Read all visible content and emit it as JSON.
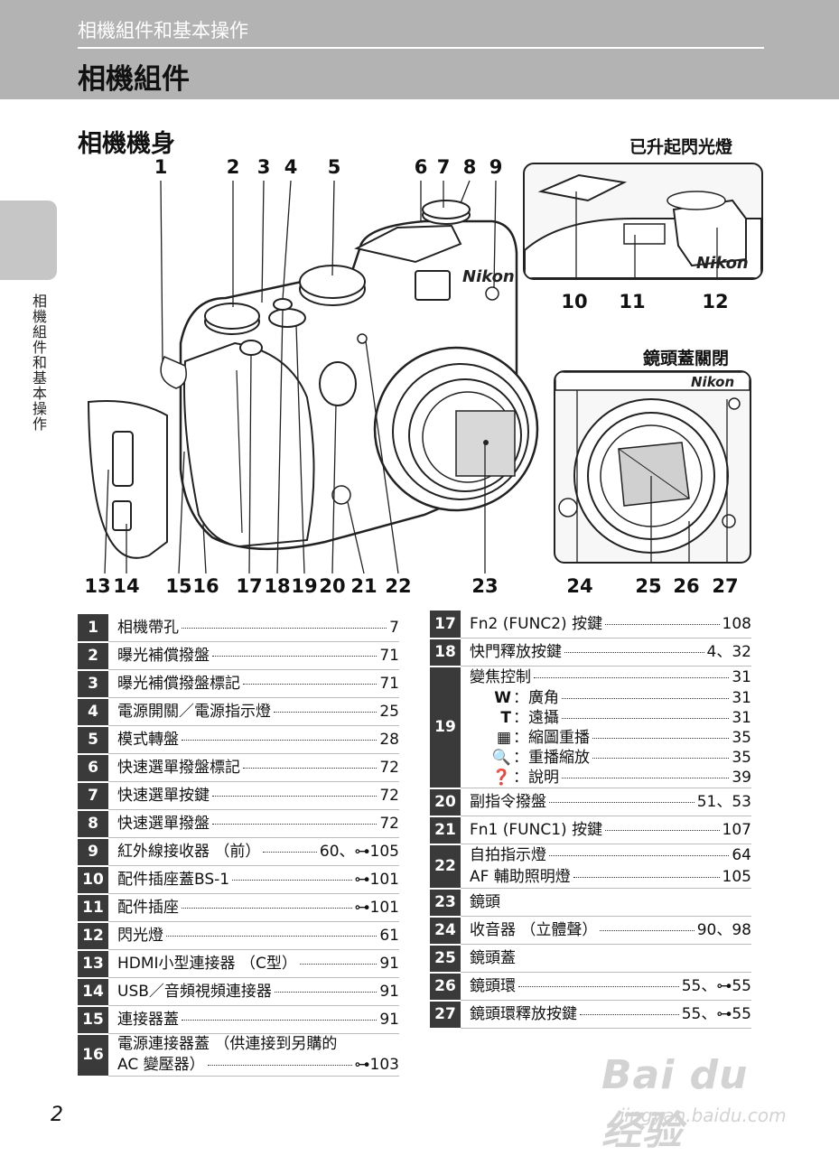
{
  "header": {
    "chapter": "相機組件和基本操作",
    "page_title": "相機組件"
  },
  "side_tab": "相機組件和基本操作",
  "section_title": "相機機身",
  "captions": {
    "flash_raised": "已升起閃光燈",
    "lens_cover_closed": "鏡頭蓋關閉"
  },
  "callouts_top": [
    "1",
    "2",
    "3",
    "4",
    "5",
    "6",
    "7",
    "8",
    "9"
  ],
  "callouts_flash": [
    "10",
    "11",
    "12"
  ],
  "callouts_bottom": [
    "13",
    "14",
    "15",
    "16",
    "17",
    "18",
    "19",
    "20",
    "21",
    "22",
    "23",
    "24",
    "25",
    "26",
    "27"
  ],
  "camera_brand": "Nikon",
  "left_table": [
    {
      "num": "1",
      "label": "相機帶孔",
      "page": "7"
    },
    {
      "num": "2",
      "label": "曝光補償撥盤",
      "page": "71"
    },
    {
      "num": "3",
      "label": "曝光補償撥盤標記",
      "page": "71"
    },
    {
      "num": "4",
      "label": "電源開關／電源指示燈",
      "page": "25"
    },
    {
      "num": "5",
      "label": "模式轉盤",
      "page": "28"
    },
    {
      "num": "6",
      "label": "快速選單撥盤標記",
      "page": "72"
    },
    {
      "num": "7",
      "label": "快速選單按鍵",
      "page": "72"
    },
    {
      "num": "8",
      "label": "快速選單撥盤",
      "page": "72"
    },
    {
      "num": "9",
      "label": "紅外線接收器 （前）",
      "page": "60、⊶105"
    },
    {
      "num": "10",
      "label": "配件插座蓋BS-1",
      "page": "⊶101"
    },
    {
      "num": "11",
      "label": "配件插座",
      "page": "⊶101"
    },
    {
      "num": "12",
      "label": "閃光燈",
      "page": "61"
    },
    {
      "num": "13",
      "label": "HDMI小型連接器 （C型）",
      "page": "91"
    },
    {
      "num": "14",
      "label": "USB／音頻視頻連接器",
      "page": "91"
    },
    {
      "num": "15",
      "label": "連接器蓋",
      "page": "91"
    },
    {
      "num": "16",
      "label_line1": "電源連接器蓋 （供連接到另購的",
      "label": "AC 變壓器）",
      "page": "⊶103"
    }
  ],
  "right_table": [
    {
      "num": "17",
      "label": "Fn2 (FUNC2) 按鍵",
      "page": "108"
    },
    {
      "num": "18",
      "label": "快門釋放按鍵",
      "page": "4、32"
    },
    {
      "num": "19",
      "label": "變焦控制",
      "page": "31",
      "sub": [
        {
          "icon": "W",
          "label": "：廣角",
          "page": "31"
        },
        {
          "icon": "T",
          "label": "：遠攝",
          "page": "31"
        },
        {
          "icon": "▦",
          "label": "：縮圖重播",
          "page": "35"
        },
        {
          "icon": "🔍",
          "label": "：重播縮放",
          "page": "35"
        },
        {
          "icon": "❓",
          "label": "：說明",
          "page": "39"
        }
      ]
    },
    {
      "num": "20",
      "label": "副指令撥盤",
      "page": "51、53"
    },
    {
      "num": "21",
      "label": "Fn1 (FUNC1) 按鍵",
      "page": "107"
    },
    {
      "num": "22",
      "label": "自拍指示燈",
      "page": "64",
      "label2": "AF 輔助照明燈",
      "page2": "105"
    },
    {
      "num": "23",
      "label": "鏡頭",
      "page": ""
    },
    {
      "num": "24",
      "label": "收音器 （立體聲）",
      "page": "90、98"
    },
    {
      "num": "25",
      "label": "鏡頭蓋",
      "page": ""
    },
    {
      "num": "26",
      "label": "鏡頭環",
      "page": "55、⊶55"
    },
    {
      "num": "27",
      "label": "鏡頭環釋放按鍵",
      "page": "55、⊶55"
    }
  ],
  "page_number": "2",
  "watermark": {
    "main": "Bai du 经验",
    "sub": "jingyan.baidu.com"
  }
}
